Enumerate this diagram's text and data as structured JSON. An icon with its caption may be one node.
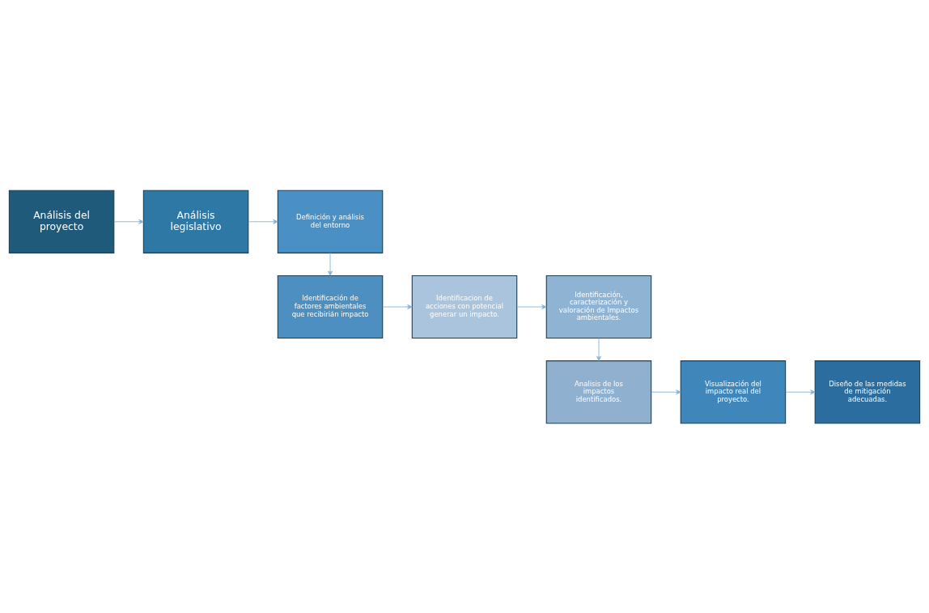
{
  "diagram": {
    "nodes": [
      {
        "text": [
          "Análisis del proyecto"
        ]
      },
      {
        "text": [
          "Análisis legislativo"
        ]
      },
      {
        "text": [
          "Definición y análisis del entorno"
        ]
      },
      {
        "text": [
          "Identificación de factores ambientales que recibirián impacto"
        ]
      },
      {
        "text": [
          "Identificacion de acciones con potencial generar un impacto."
        ]
      },
      {
        "text": [
          "Identificación, caracterización y valoración de Impactos ambientales."
        ]
      },
      {
        "text": [
          "Analisis de los impactos identificados."
        ]
      },
      {
        "text": [
          "Visualización del impacto real del proyecto."
        ]
      },
      {
        "text": [
          "Diseño de las medidas de mitigación adecuadas."
        ]
      }
    ],
    "edges": [
      {
        "from": 0,
        "to": 1,
        "arrow": "to"
      },
      {
        "from": 1,
        "to": 2,
        "arrow": "to"
      },
      {
        "from": 2,
        "to": 3,
        "arrow": "to"
      },
      {
        "from": 3,
        "to": 4,
        "arrow": "to"
      },
      {
        "from": 4,
        "to": 5,
        "arrow": "to"
      },
      {
        "from": 5,
        "to": 6,
        "arrow": "to"
      },
      {
        "from": 6,
        "to": 7,
        "arrow": "to"
      },
      {
        "from": 7,
        "to": 8,
        "arrow": "to"
      }
    ]
  }
}
